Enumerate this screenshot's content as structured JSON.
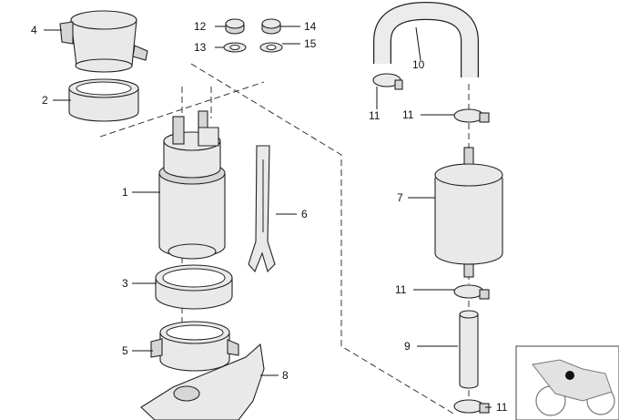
{
  "callouts": {
    "c1": "1",
    "c2": "2",
    "c3": "3",
    "c4": "4",
    "c5": "5",
    "c6": "6",
    "c7": "7",
    "c8": "8",
    "c9": "9",
    "c10": "10",
    "c11a": "11",
    "c11b": "11",
    "c11c": "11",
    "c11d": "11",
    "c12": "12",
    "c13": "13",
    "c14": "14",
    "c15": "15"
  },
  "colors": {
    "line": "#222222",
    "part_fill": "#e9e9e9",
    "part_shade": "#d6d6d6"
  }
}
